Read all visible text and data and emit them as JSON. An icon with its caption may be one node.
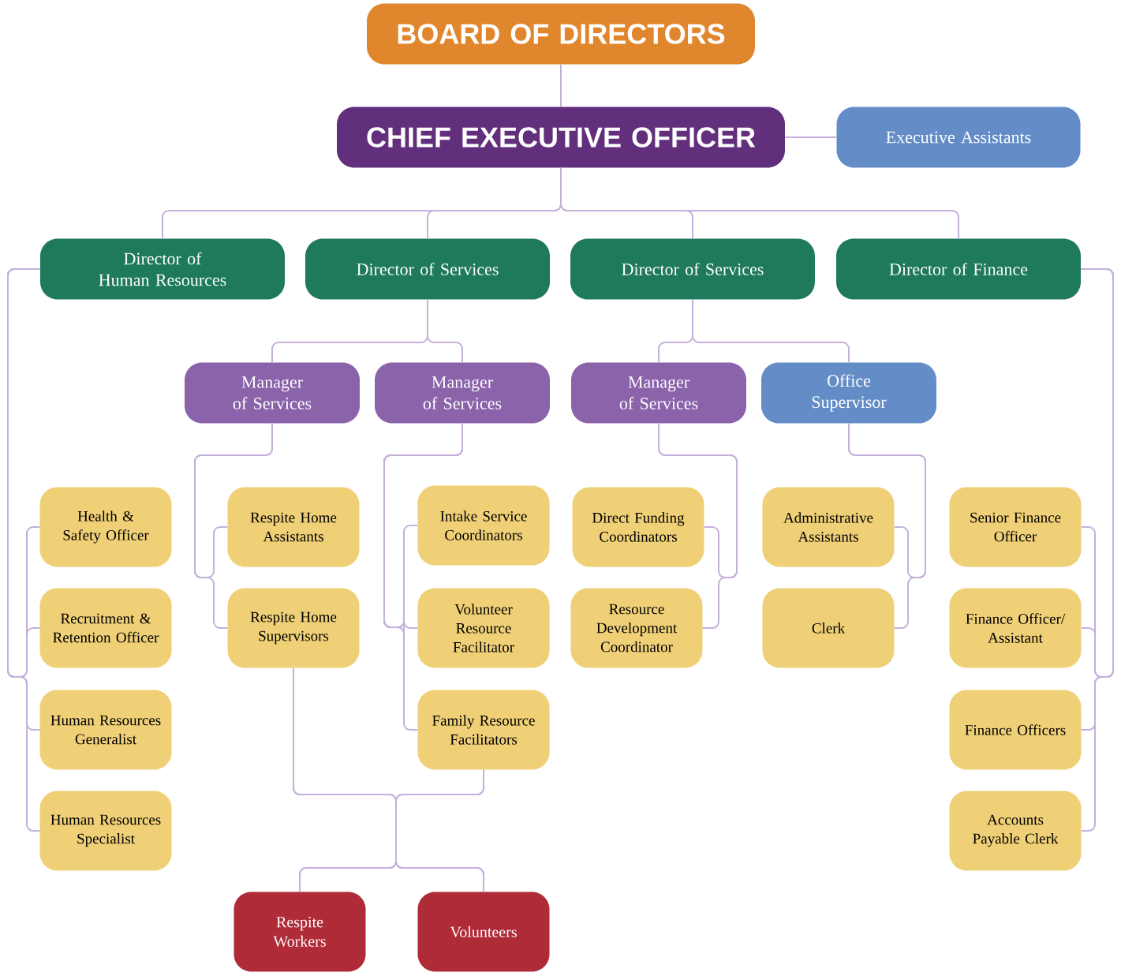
{
  "diagram": {
    "nodes": [
      {
        "text": [
          "BOARD OF DIRECTORS"
        ]
      },
      {
        "text": [
          "CHIEF EXECUTIVE OFFICER"
        ]
      },
      {
        "text": [
          "Executive Assistants"
        ]
      },
      {
        "text": [
          "Director of Human Resources"
        ]
      },
      {
        "text": [
          "Director of Services"
        ]
      },
      {
        "text": [
          "Director of Services"
        ]
      },
      {
        "text": [
          "Director of Finance"
        ]
      },
      {
        "text": [
          "Manager of Services"
        ]
      },
      {
        "text": [
          "Manager of Services"
        ]
      },
      {
        "text": [
          "Manager of Services"
        ]
      },
      {
        "text": [
          "Office Supervisor"
        ]
      },
      {
        "text": [
          "Health & Safety Officer"
        ]
      },
      {
        "text": [
          "Recruitment & Retention Officer"
        ]
      },
      {
        "text": [
          "Human Resources Generalist"
        ]
      },
      {
        "text": [
          "Human Resources Specialist"
        ]
      },
      {
        "text": [
          "Respite Home Assistants"
        ]
      },
      {
        "text": [
          "Respite Home Supervisors"
        ]
      },
      {
        "text": [
          "Intake Service Coordinators"
        ]
      },
      {
        "text": [
          "Volunteer Resource Facilitator"
        ]
      },
      {
        "text": [
          "Family Resource Facilitators"
        ]
      },
      {
        "text": [
          "Direct Funding Coordinators"
        ]
      },
      {
        "text": [
          "Resource Development Coordinator"
        ]
      },
      {
        "text": [
          "Administrative Assistants"
        ]
      },
      {
        "text": [
          "Clerk"
        ]
      },
      {
        "text": [
          "Senior Finance Officer"
        ]
      },
      {
        "text": [
          "Finance Officer/ Assistant"
        ]
      },
      {
        "text": [
          "Finance Officers"
        ]
      },
      {
        "text": [
          "Accounts Payable Clerk"
        ]
      },
      {
        "text": [
          "Respite Workers"
        ]
      },
      {
        "text": [
          "Volunteers"
        ]
      }
    ],
    "edges": [
      {
        "from": 0,
        "to": 1,
        "arrow": "none"
      },
      {
        "from": 1,
        "to": 2,
        "arrow": "none"
      },
      {
        "from": 1,
        "to": 3,
        "arrow": "none"
      },
      {
        "from": 1,
        "to": 4,
        "arrow": "none"
      },
      {
        "from": 1,
        "to": 5,
        "arrow": "none"
      },
      {
        "from": 1,
        "to": 6,
        "arrow": "none"
      },
      {
        "from": 3,
        "to": 11,
        "arrow": "none"
      },
      {
        "from": 3,
        "to": 12,
        "arrow": "none"
      },
      {
        "from": 3,
        "to": 13,
        "arrow": "none"
      },
      {
        "from": 3,
        "to": 14,
        "arrow": "none"
      },
      {
        "from": 4,
        "to": 7,
        "arrow": "none"
      },
      {
        "from": 4,
        "to": 8,
        "arrow": "none"
      },
      {
        "from": 7,
        "to": 15,
        "arrow": "none"
      },
      {
        "from": 7,
        "to": 16,
        "arrow": "none"
      },
      {
        "from": 8,
        "to": 17,
        "arrow": "none"
      },
      {
        "from": 8,
        "to": 18,
        "arrow": "none"
      },
      {
        "from": 8,
        "to": 19,
        "arrow": "none"
      },
      {
        "from": 5,
        "to": 9,
        "arrow": "none"
      },
      {
        "from": 5,
        "to": 10,
        "arrow": "none"
      },
      {
        "from": 9,
        "to": 20,
        "arrow": "none"
      },
      {
        "from": 9,
        "to": 21,
        "arrow": "none"
      },
      {
        "from": 10,
        "to": 22,
        "arrow": "none"
      },
      {
        "from": 10,
        "to": 23,
        "arrow": "none"
      },
      {
        "from": 6,
        "to": 24,
        "arrow": "none"
      },
      {
        "from": 6,
        "to": 25,
        "arrow": "none"
      },
      {
        "from": 6,
        "to": 26,
        "arrow": "none"
      },
      {
        "from": 6,
        "to": 27,
        "arrow": "none"
      },
      {
        "from": 16,
        "to": 28,
        "arrow": "none"
      },
      {
        "from": 16,
        "to": 29,
        "arrow": "none"
      },
      {
        "from": 19,
        "to": 28,
        "arrow": "none"
      },
      {
        "from": 19,
        "to": 29,
        "arrow": "none"
      }
    ]
  }
}
